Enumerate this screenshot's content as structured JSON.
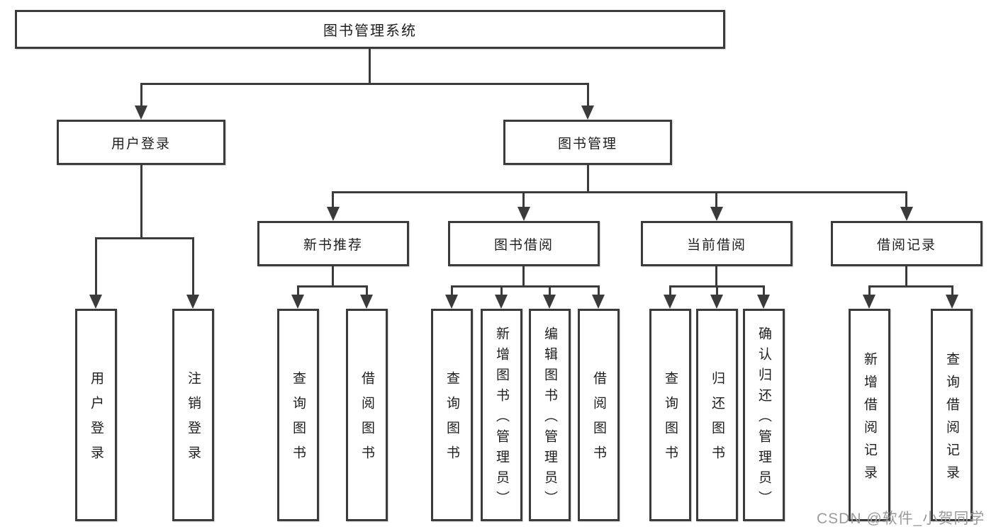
{
  "diagram": {
    "root": {
      "label": "图书管理系统",
      "children": [
        {
          "label": "用户登录",
          "children": [
            {
              "label": "用户登录"
            },
            {
              "label": "注销登录"
            }
          ]
        },
        {
          "label": "图书管理",
          "children": [
            {
              "label": "新书推荐",
              "children": [
                {
                  "label": "查询图书"
                },
                {
                  "label": "借阅图书"
                }
              ]
            },
            {
              "label": "图书借阅",
              "children": [
                {
                  "label": "查询图书"
                },
                {
                  "label": "新增图书（管理员）"
                },
                {
                  "label": "编辑图书（管理员）"
                },
                {
                  "label": "借阅图书"
                }
              ]
            },
            {
              "label": "当前借阅",
              "children": [
                {
                  "label": "查询图书"
                },
                {
                  "label": "归还图书"
                },
                {
                  "label": "确认归还（管理员）"
                }
              ]
            },
            {
              "label": "借阅记录",
              "children": [
                {
                  "label": "新增借阅记录"
                },
                {
                  "label": "查询借阅记录"
                }
              ]
            }
          ]
        }
      ]
    }
  },
  "watermark": {
    "text": "CSDN @软件_小贺同学"
  },
  "colors": {
    "line": "#3b3b3b",
    "box_border": "#3b3b3b",
    "text": "#1e1e1e",
    "watermark": "#9b9b9b",
    "background": "#ffffff"
  }
}
